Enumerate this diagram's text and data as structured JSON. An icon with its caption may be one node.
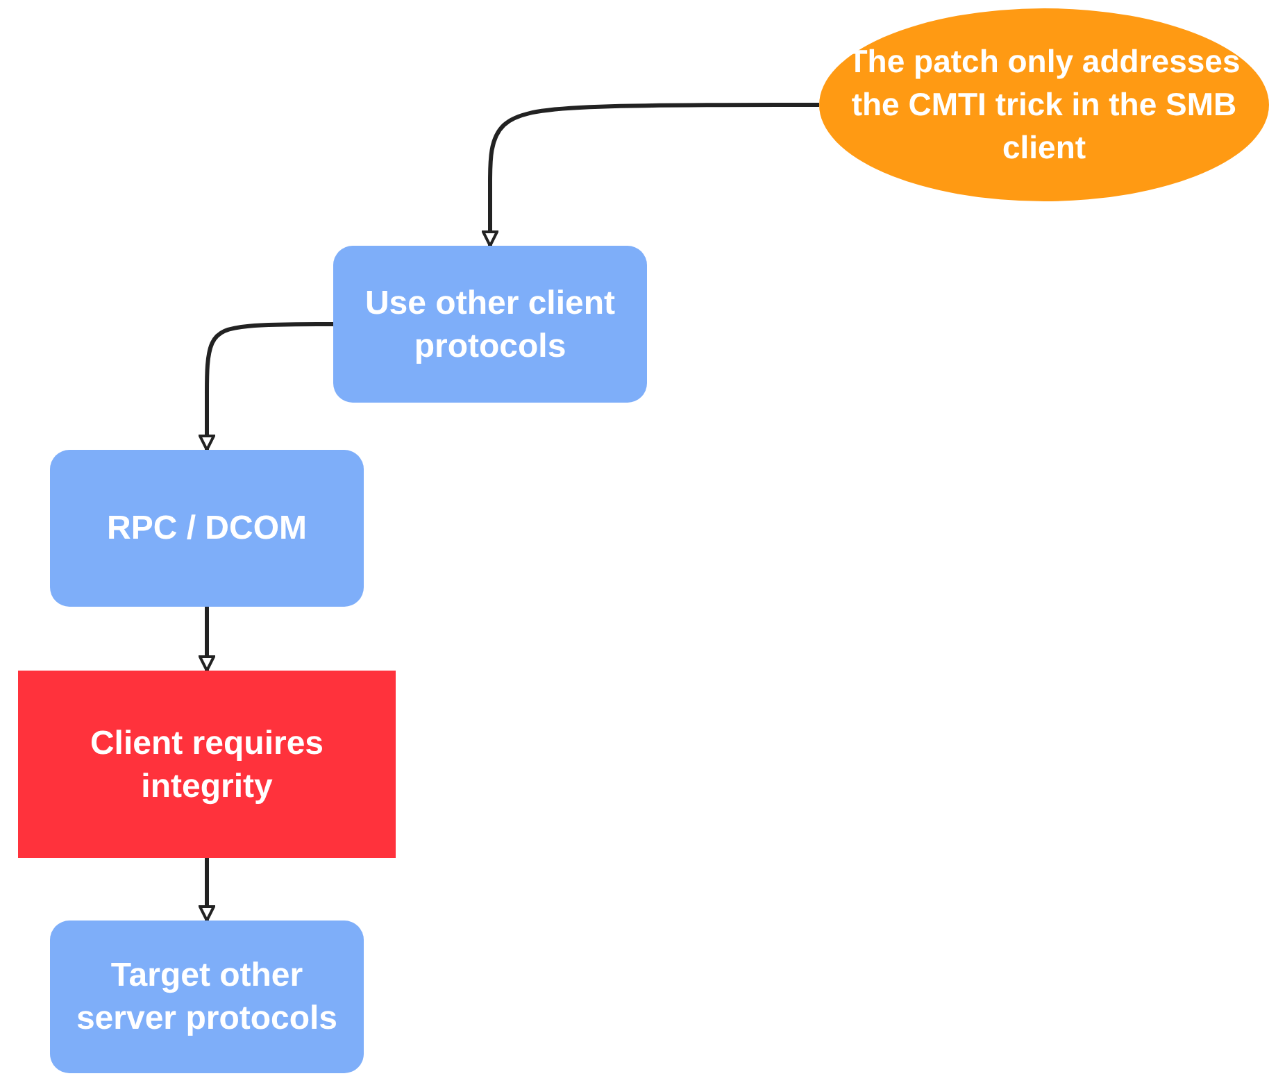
{
  "diagram": {
    "nodes": [
      {
        "text": [
          "The patch only addresses the CMTI trick in the SMB client"
        ]
      },
      {
        "text": [
          "Use other client protocols"
        ]
      },
      {
        "text": [
          "RPC / DCOM"
        ]
      },
      {
        "text": [
          "Client requires integrity"
        ]
      },
      {
        "text": [
          "Target other server protocols"
        ]
      }
    ],
    "edges": [
      {
        "from": 0,
        "to": 1,
        "arrow": "to"
      },
      {
        "from": 1,
        "to": 2,
        "arrow": "to"
      },
      {
        "from": 2,
        "to": 3,
        "arrow": "to"
      },
      {
        "from": 3,
        "to": 4,
        "arrow": "to"
      }
    ]
  }
}
